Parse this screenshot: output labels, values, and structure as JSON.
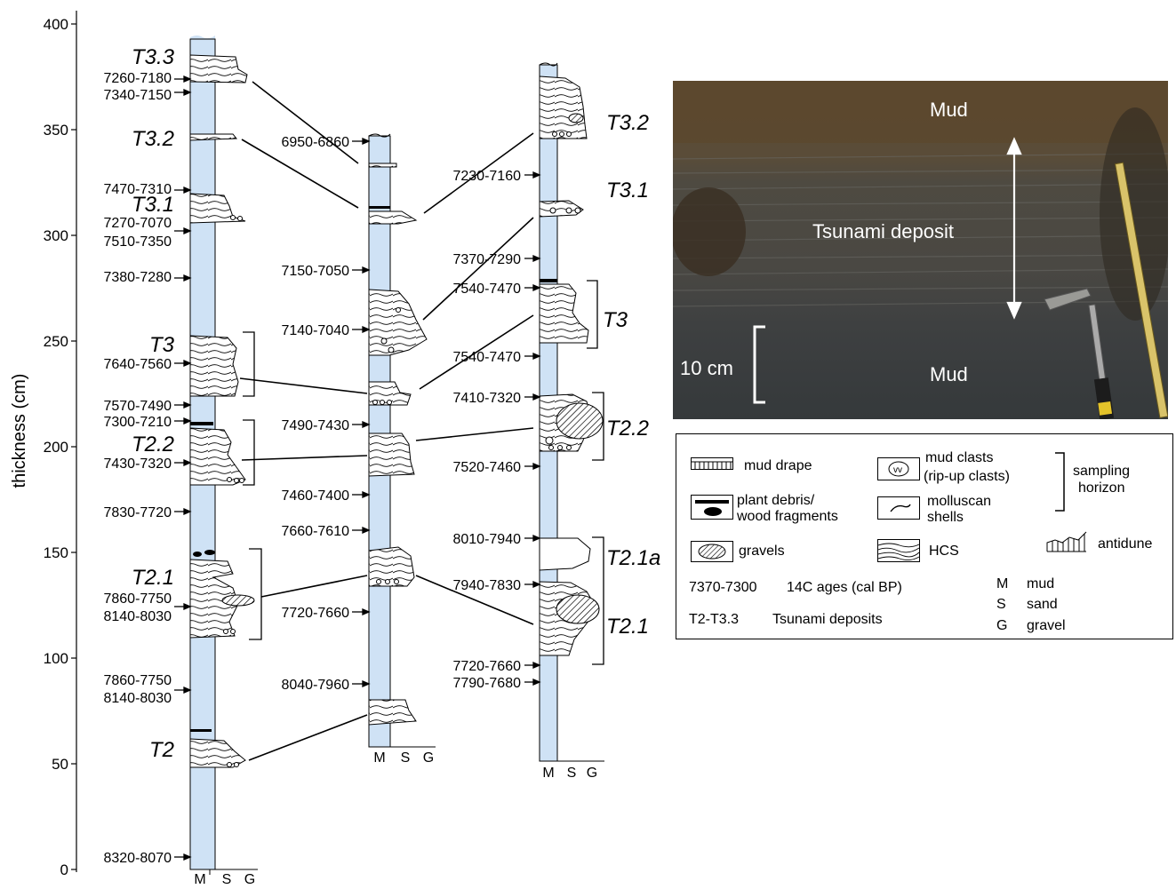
{
  "axis": {
    "label": "thickness (cm)",
    "ticks": [
      "0",
      "50",
      "100",
      "150",
      "200",
      "250",
      "300",
      "350",
      "400"
    ]
  },
  "grain_scale": [
    "M",
    "S",
    "G"
  ],
  "sections": [
    {
      "ages": [
        "7260-7180",
        "7340-7150",
        "7470-7310",
        "7270-7070",
        "7510-7350",
        "7380-7280",
        "7640-7560",
        "7570-7490",
        "7300-7210",
        "7430-7320",
        "7830-7720",
        "7860-7750",
        "8140-8030",
        "7860-7750",
        "8140-8030",
        "8320-8070"
      ],
      "units": [
        "T3.3",
        "T3.2",
        "T3.1",
        "T3",
        "T2.2",
        "T2.1",
        "T2"
      ]
    },
    {
      "ages": [
        "6950-6860",
        "7150-7050",
        "7140-7040",
        "7490-7430",
        "7460-7400",
        "7660-7610",
        "7720-7660",
        "8040-7960"
      ]
    },
    {
      "ages": [
        "7230-7160",
        "7370-7290",
        "7540-7470",
        "7540-7470",
        "7410-7320",
        "7520-7460",
        "8010-7940",
        "7940-7830",
        "7720-7660",
        "7790-7680"
      ],
      "units": [
        "T3.2",
        "T3.1",
        "T3",
        "T2.2",
        "T2.1a",
        "T2.1"
      ]
    }
  ],
  "photo": {
    "labels": {
      "mud_top": "Mud",
      "deposit": "Tsunami deposit",
      "mud_bottom": "Mud",
      "scale": "10 cm"
    }
  },
  "legend": {
    "mud_drape": "mud drape",
    "plant_debris": [
      "plant debris/",
      "wood fragments"
    ],
    "gravels": "gravels",
    "mud_clasts": [
      "mud clasts",
      "(rip-up clasts)"
    ],
    "molluscan": [
      "molluscan",
      "shells"
    ],
    "hcs": "HCS",
    "sampling": [
      "sampling",
      "horizon"
    ],
    "antidune": "antidune",
    "age_example": "7370-7300",
    "age_desc": "14C ages (cal BP)",
    "deposit_example": "T2-T3.3",
    "deposit_desc": "Tsunami deposits",
    "grain": [
      {
        "code": "M",
        "name": "mud"
      },
      {
        "code": "S",
        "name": "sand"
      },
      {
        "code": "G",
        "name": "gravel"
      }
    ]
  }
}
